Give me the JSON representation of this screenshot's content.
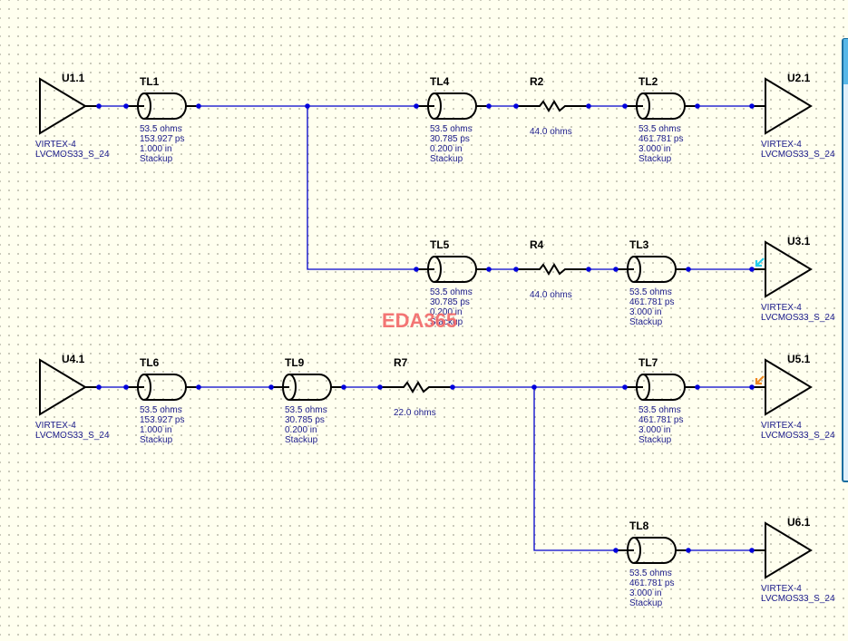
{
  "colors": {
    "background": "#ffffef",
    "wire": "#0000cc",
    "node": "#0000dd",
    "symbol": "#000000",
    "label_text": "#1c1c8c",
    "watermark": "#f26a6a",
    "marker_cyan": "#22ccee",
    "marker_orange": "#ee8822"
  },
  "watermark": "EDA365",
  "drivers": [
    {
      "ref": "U1.1",
      "model_line1": "VIRTEX-4",
      "model_line2": "LVCMOS33_S_24"
    },
    {
      "ref": "U4.1",
      "model_line1": "VIRTEX-4",
      "model_line2": "LVCMOS33_S_24"
    }
  ],
  "receivers": [
    {
      "ref": "U2.1",
      "model_line1": "VIRTEX-4",
      "model_line2": "LVCMOS33_S_24"
    },
    {
      "ref": "U3.1",
      "model_line1": "VIRTEX-4",
      "model_line2": "LVCMOS33_S_24",
      "marker": "cyan-arrow"
    },
    {
      "ref": "U5.1",
      "model_line1": "VIRTEX-4",
      "model_line2": "LVCMOS33_S_24",
      "marker": "orange-arrow"
    },
    {
      "ref": "U6.1",
      "model_line1": "VIRTEX-4",
      "model_line2": "LVCMOS33_S_24"
    }
  ],
  "transmission_lines": [
    {
      "ref": "TL1",
      "impedance": "53.5 ohms",
      "delay": "153.927 ps",
      "length": "1.000 in",
      "type": "Stackup"
    },
    {
      "ref": "TL4",
      "impedance": "53.5 ohms",
      "delay": "30.785 ps",
      "length": "0.200 in",
      "type": "Stackup"
    },
    {
      "ref": "TL2",
      "impedance": "53.5 ohms",
      "delay": "461.781 ps",
      "length": "3.000 in",
      "type": "Stackup"
    },
    {
      "ref": "TL5",
      "impedance": "53.5 ohms",
      "delay": "30.785 ps",
      "length": "0.200 in",
      "type": "Stackup"
    },
    {
      "ref": "TL3",
      "impedance": "53.5 ohms",
      "delay": "461.781 ps",
      "length": "3.000 in",
      "type": "Stackup"
    },
    {
      "ref": "TL6",
      "impedance": "53.5 ohms",
      "delay": "153.927 ps",
      "length": "1.000 in",
      "type": "Stackup"
    },
    {
      "ref": "TL9",
      "impedance": "53.5 ohms",
      "delay": "30.785 ps",
      "length": "0.200 in",
      "type": "Stackup"
    },
    {
      "ref": "TL7",
      "impedance": "53.5 ohms",
      "delay": "461.781 ps",
      "length": "3.000 in",
      "type": "Stackup"
    },
    {
      "ref": "TL8",
      "impedance": "53.5 ohms",
      "delay": "461.781 ps",
      "length": "3.000 in",
      "type": "Stackup"
    }
  ],
  "resistors": [
    {
      "ref": "R2",
      "value": "44.0 ohms"
    },
    {
      "ref": "R4",
      "value": "44.0 ohms"
    },
    {
      "ref": "R7",
      "value": "22.0 ohms"
    }
  ]
}
